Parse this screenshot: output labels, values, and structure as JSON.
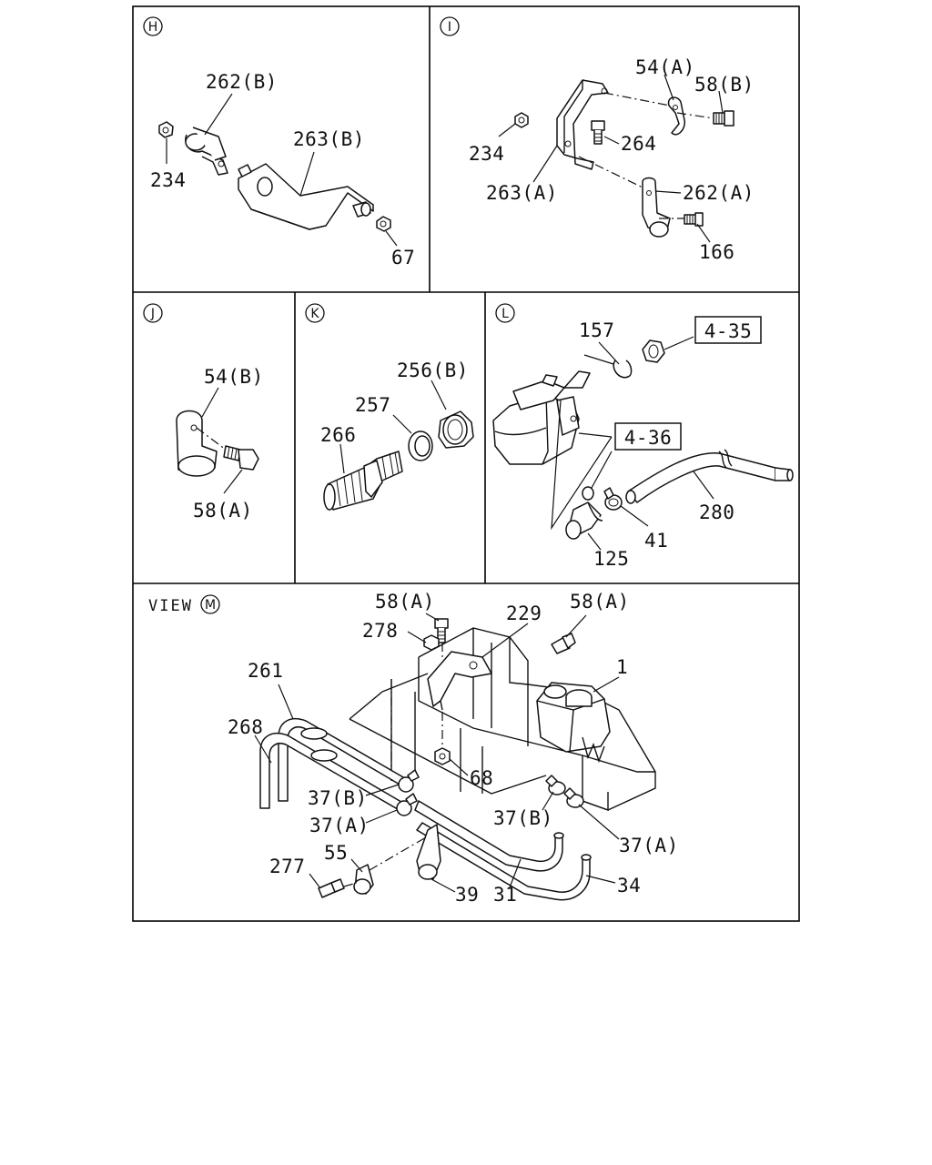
{
  "panels": {
    "H": {
      "badge": "H",
      "labels": {
        "p262b": "262(B)",
        "p263b": "263(B)",
        "p234": "234",
        "p67": "67"
      }
    },
    "I": {
      "badge": "I",
      "labels": {
        "p54a": "54(A)",
        "p58b": "58(B)",
        "p234": "234",
        "p264": "264",
        "p263a": "263(A)",
        "p262a": "262(A)",
        "p166": "166"
      }
    },
    "J": {
      "badge": "J",
      "labels": {
        "p54b": "54(B)",
        "p58a": "58(A)"
      }
    },
    "K": {
      "badge": "K",
      "labels": {
        "p256b": "256(B)",
        "p257": "257",
        "p266": "266"
      }
    },
    "L": {
      "badge": "L",
      "labels": {
        "p157": "157",
        "ref435": "4-35",
        "ref436": "4-36",
        "p280": "280",
        "p41": "41",
        "p125": "125"
      }
    },
    "M": {
      "view_text": "VIEW",
      "badge": "M",
      "labels": {
        "p58a_1": "58(A)",
        "p58a_2": "58(A)",
        "p229": "229",
        "p278": "278",
        "p1": "1",
        "p261": "261",
        "p268": "268",
        "p68": "68",
        "p37b_1": "37(B)",
        "p37a_1": "37(A)",
        "p37b_2": "37(B)",
        "p37a_2": "37(A)",
        "p55": "55",
        "p277": "277",
        "p39": "39",
        "p31": "31",
        "p34": "34"
      }
    }
  }
}
